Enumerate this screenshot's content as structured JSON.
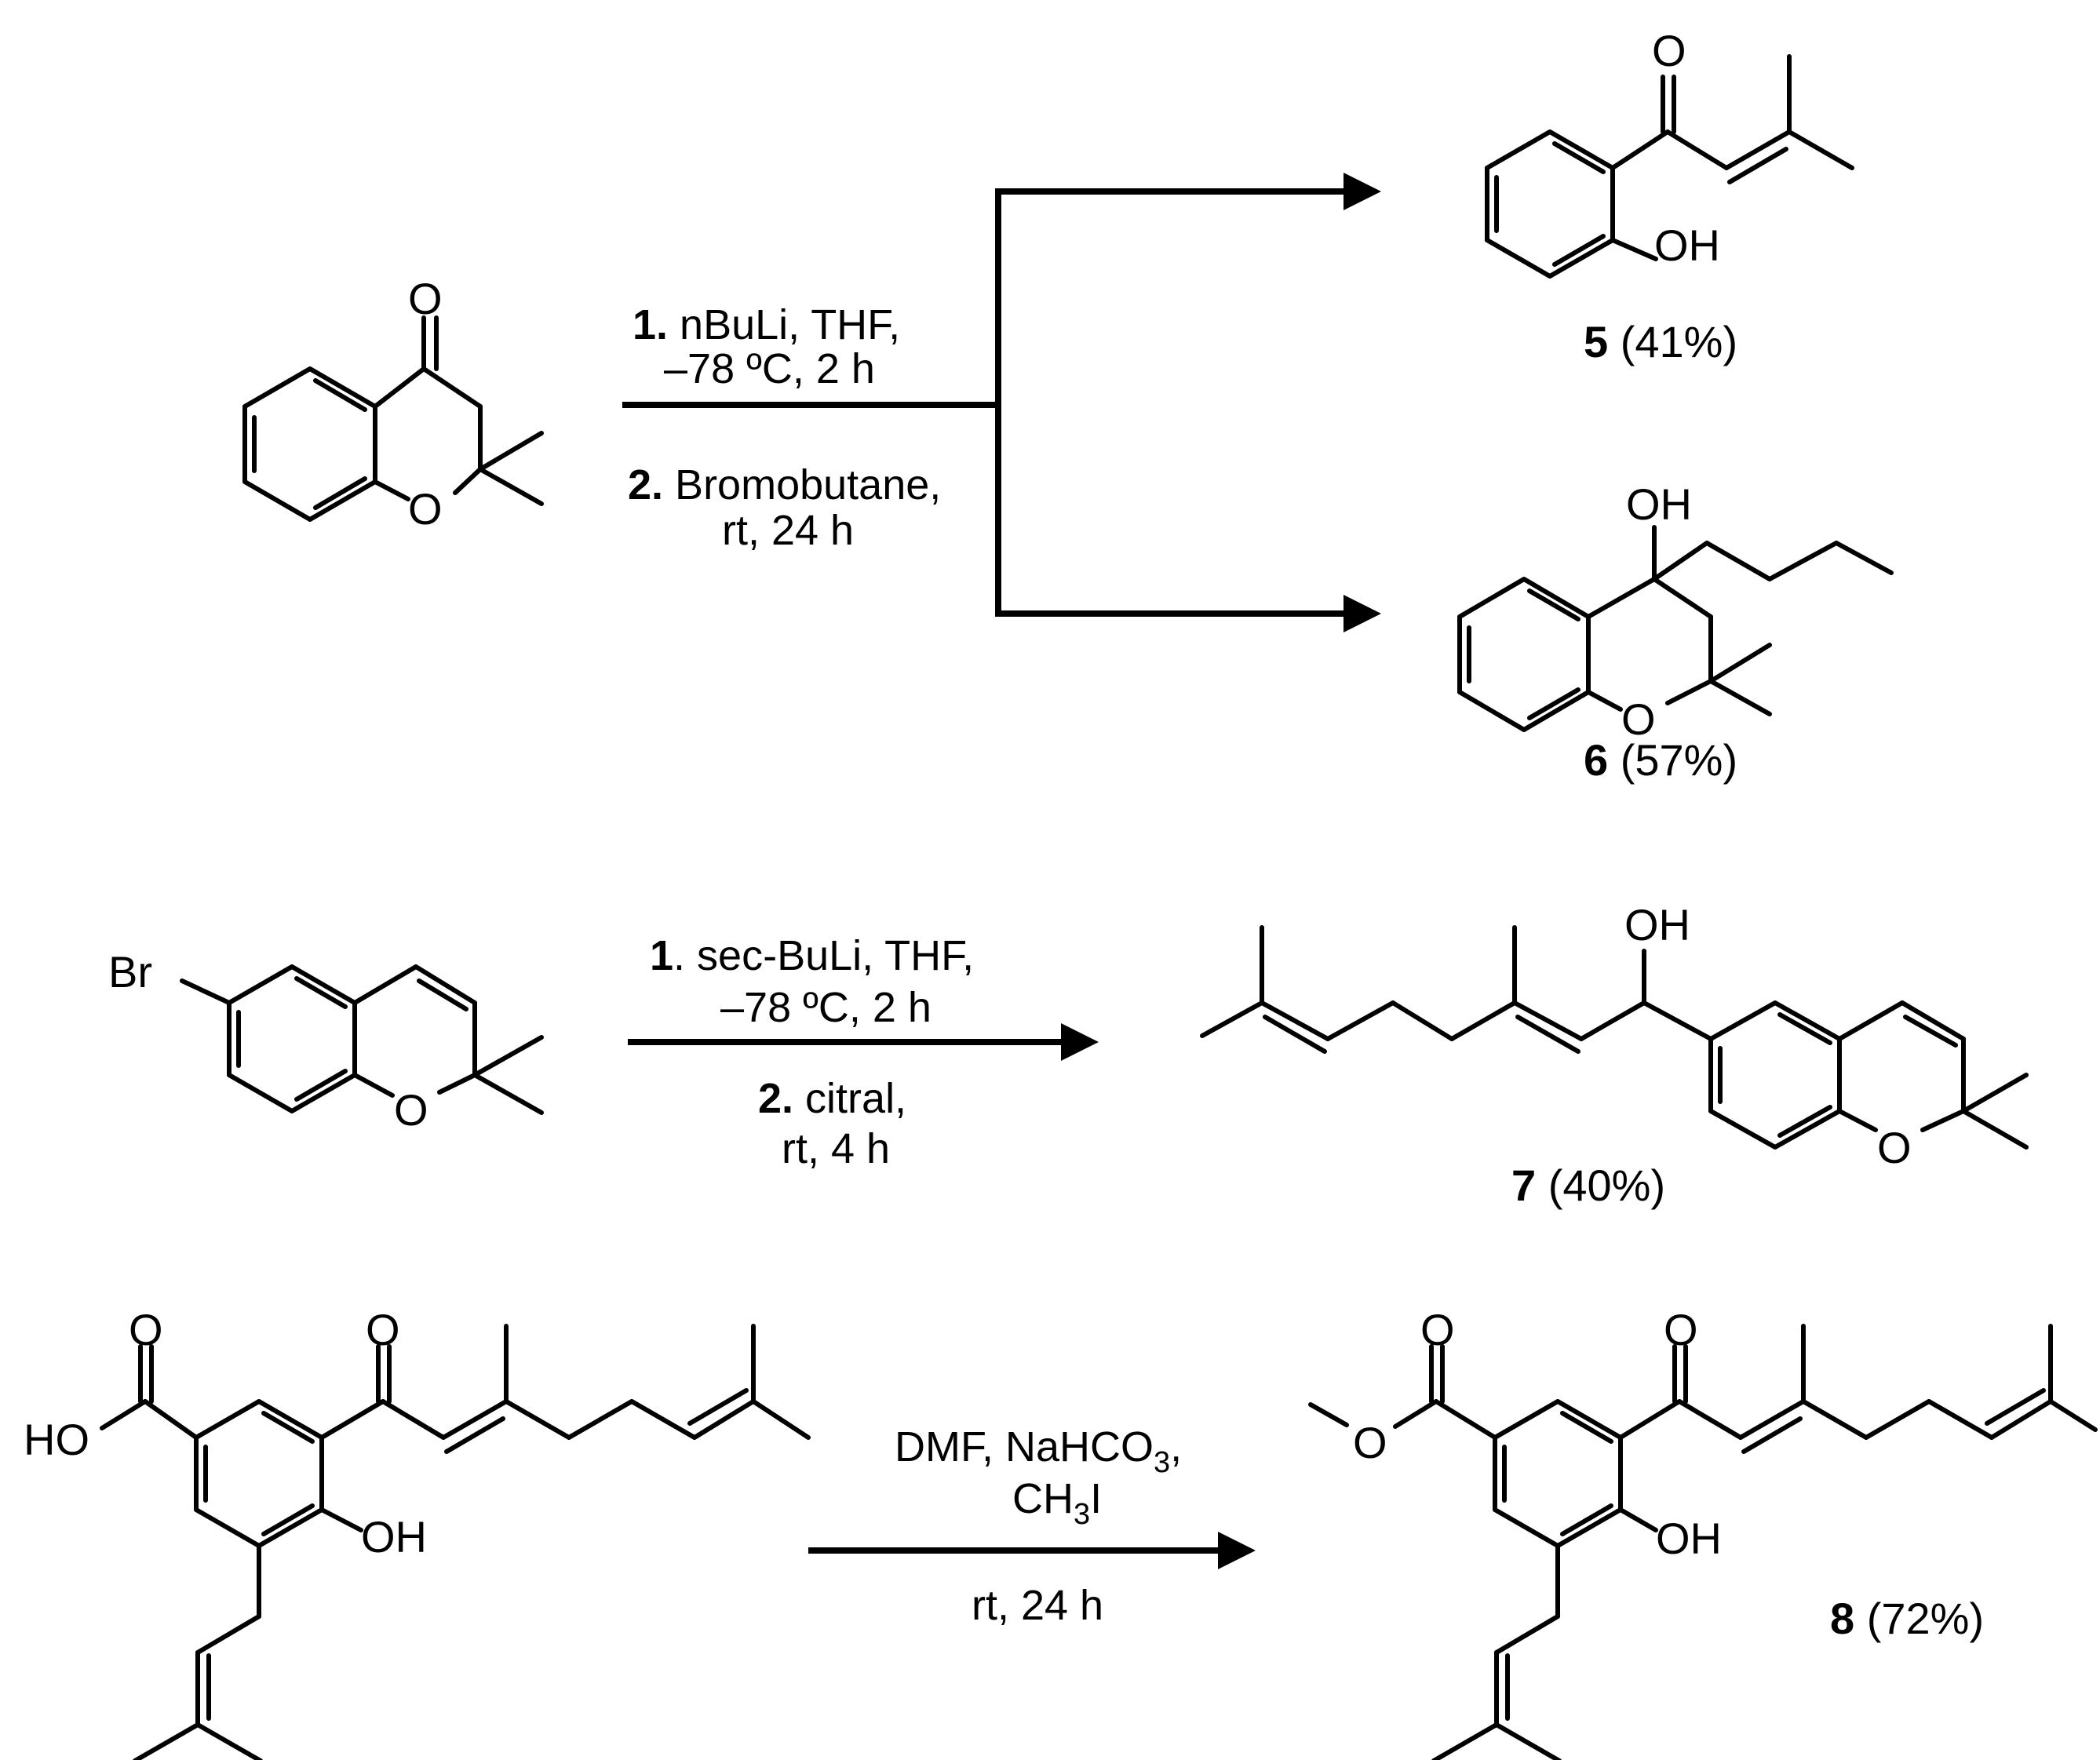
{
  "reactions": [
    {
      "conditions": {
        "step1_num": "1.",
        "step1_text": " nBuLi, THF,",
        "step1_line2": "–78 ºC,  2 h",
        "step2_num": "2.",
        "step2_text": " Bromobutane,",
        "step2_line2": "rt, 24 h"
      },
      "products": [
        {
          "number": "5",
          "yield": " (41%)"
        },
        {
          "number": "6",
          "yield": " (57%)"
        }
      ]
    },
    {
      "conditions": {
        "step1_num": "1",
        "step1_text": ". sec-BuLi, THF,",
        "step1_line2": "–78 ºC, 2 h",
        "step2_num": "2.",
        "step2_text": " citral,",
        "step2_line2": "rt, 4 h"
      },
      "products": [
        {
          "number": "7",
          "yield": " (40%)"
        }
      ]
    },
    {
      "conditions": {
        "line1_a": "DMF, NaHCO",
        "line1_sub": "3",
        "line1_b": ",",
        "line2_a": "CH",
        "line2_sub": "3",
        "line2_b": "I",
        "line3": "rt, 24 h"
      },
      "products": [
        {
          "number": "8",
          "yield": " (72%)"
        }
      ]
    }
  ],
  "atoms": {
    "O": "O",
    "OH": "OH",
    "HO": "HO",
    "Br": "Br"
  }
}
